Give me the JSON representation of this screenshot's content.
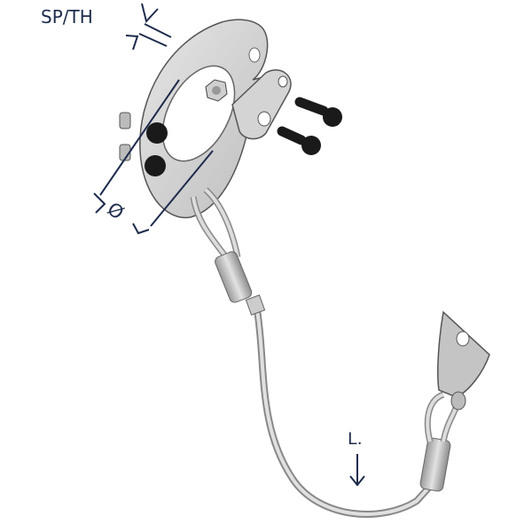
{
  "labels": {
    "thickness": "SP/TH",
    "diameter": "Ø",
    "length": "L."
  },
  "colors": {
    "dimension": "#1d2b4c",
    "metal": "#c9c9c9",
    "metal_dark": "#7a7a7a",
    "bolt": "#1a1a1a"
  }
}
